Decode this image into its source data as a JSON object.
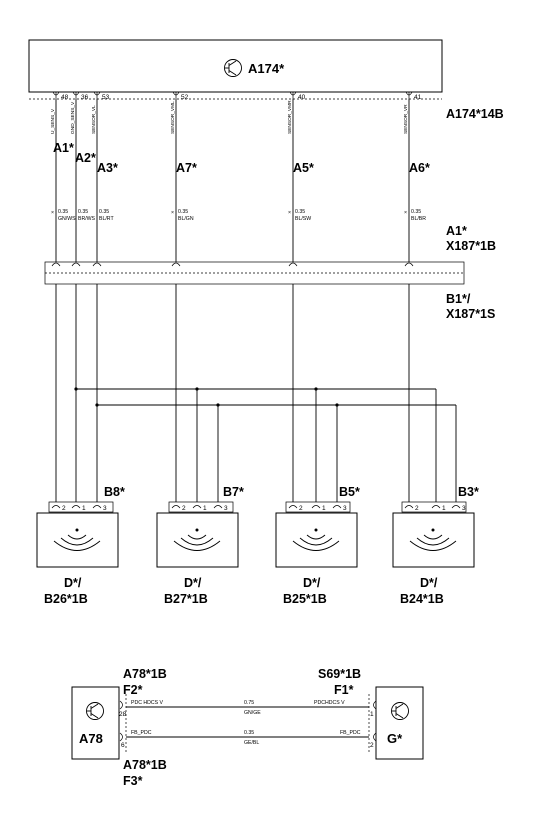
{
  "ecu": {
    "name": "A174*",
    "connector": "A174*14B",
    "pins": [
      {
        "num": "48",
        "signal": "U_SENS_V"
      },
      {
        "num": "36",
        "signal": "GND_SENS_V"
      },
      {
        "num": "53",
        "signal": "SENSOR_VL"
      },
      {
        "num": "52",
        "signal": "SENSOR_VML"
      },
      {
        "num": "40",
        "signal": "SENSOR_VMR"
      },
      {
        "num": "41",
        "signal": "SENSOR_VR"
      }
    ]
  },
  "splices": {
    "a1": "A1*",
    "a2": "A2*",
    "a3": "A3*",
    "a7": "A7*",
    "a5": "A5*",
    "a6": "A6*"
  },
  "wires": [
    {
      "size": "0.35",
      "color": "GN/WS"
    },
    {
      "size": "0.35",
      "color": "BR/WS"
    },
    {
      "size": "0.35",
      "color": "BL/RT"
    },
    {
      "size": "0.35",
      "color": "BL/GN"
    },
    {
      "size": "0.35",
      "color": "BL/SW"
    },
    {
      "size": "0.35",
      "color": "BL/BR"
    }
  ],
  "inline_connector": {
    "top_label_1": "A1*",
    "top_label_2": "X187*1B",
    "bottom_label_1": "B1*/",
    "bottom_label_2": "X187*1S"
  },
  "sensors": [
    {
      "pins_label": "B8*",
      "pin_a": "2",
      "pin_b": "1",
      "pin_c": "3",
      "name_1": "D*/",
      "name_2": "B26*1B"
    },
    {
      "pins_label": "B7*",
      "pin_a": "2",
      "pin_b": "1",
      "pin_c": "3",
      "name_1": "D*/",
      "name_2": "B27*1B"
    },
    {
      "pins_label": "B5*",
      "pin_a": "2",
      "pin_b": "1",
      "pin_c": "3",
      "name_1": "D*/",
      "name_2": "B25*1B"
    },
    {
      "pins_label": "B3*",
      "pin_a": "2",
      "pin_b": "1",
      "pin_c": "3",
      "name_1": "D*/",
      "name_2": "B24*1B"
    }
  ],
  "lower": {
    "left_name": "A78",
    "right_name": "G*",
    "left_top_1": "A78*1B",
    "left_top_2": "F2*",
    "left_bottom_1": "A78*1B",
    "left_bottom_2": "F3*",
    "right_top_1": "S69*1B",
    "right_top_2": "F1*",
    "wire1": {
      "left_pin": "28",
      "right_pin": "1",
      "left_signal": "PDC HDCS V",
      "right_signal": "PDCHDCS V",
      "size": "0.75",
      "color": "GN/GE"
    },
    "wire2": {
      "left_pin": "6",
      "right_pin": "2",
      "left_signal": "FB_PDC",
      "right_signal": "FB_PDC",
      "size": "0.35",
      "color": "GE/BL"
    }
  }
}
